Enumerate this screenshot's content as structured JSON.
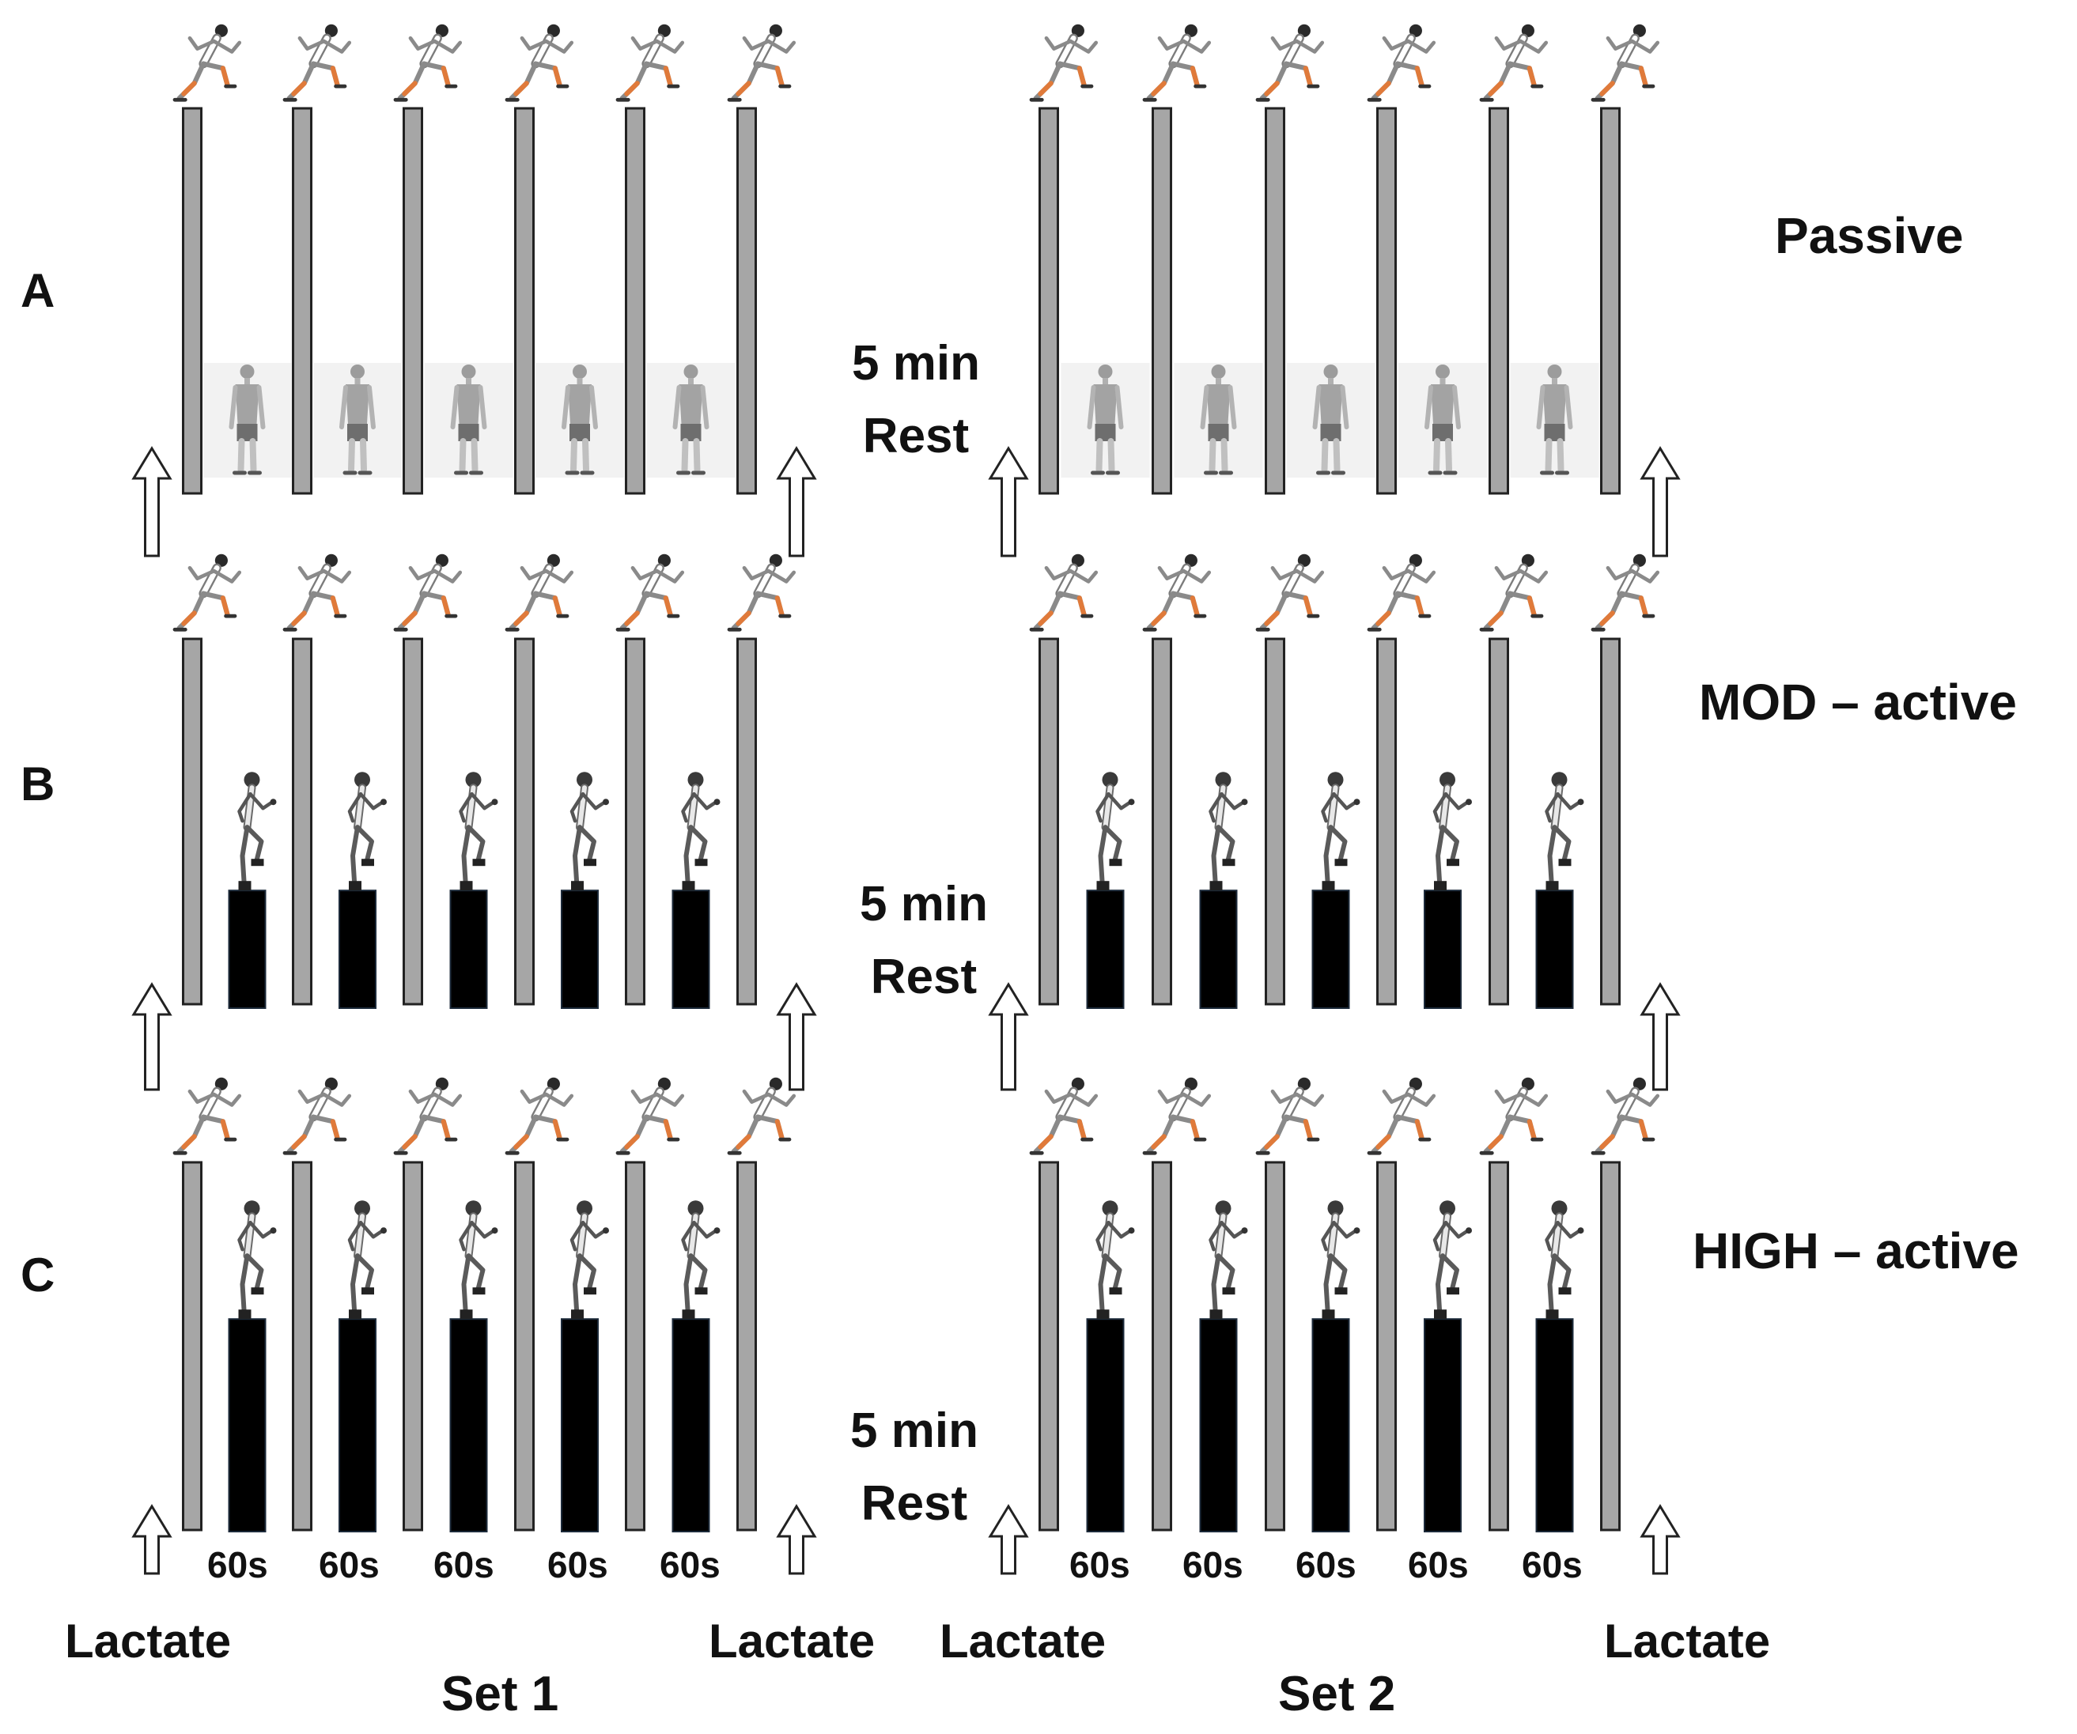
{
  "rows": [
    {
      "letter": "A",
      "condition": "Passive",
      "rest_line1": "5 min",
      "rest_line2": "Rest",
      "recovery": "standing"
    },
    {
      "letter": "B",
      "condition": "MOD – active",
      "rest_line1": "5 min",
      "rest_line2": "Rest",
      "recovery": "stepping",
      "recovery_level": 0.31
    },
    {
      "letter": "C",
      "condition": "HIGH – active",
      "rest_line1": "5 min",
      "rest_line2": "Rest",
      "recovery": "stepping",
      "recovery_level": 0.56
    }
  ],
  "sprints_per_set": 6,
  "recoveries_per_set": 5,
  "recovery_durations": [
    "60s",
    "60s",
    "60s",
    "60s",
    "60s"
  ],
  "lactate_label": "Lactate",
  "sets": [
    {
      "label": "Set 1"
    },
    {
      "label": "Set 2"
    }
  ],
  "colors": {
    "sprint_bar": "#a6a6a6",
    "recovery_bar": "#000000",
    "outline": "#222222"
  },
  "icons": {
    "sprint": "sprinter-icon",
    "passive": "standing-person-icon",
    "active": "stepping-person-icon",
    "sample": "up-arrow-icon"
  }
}
